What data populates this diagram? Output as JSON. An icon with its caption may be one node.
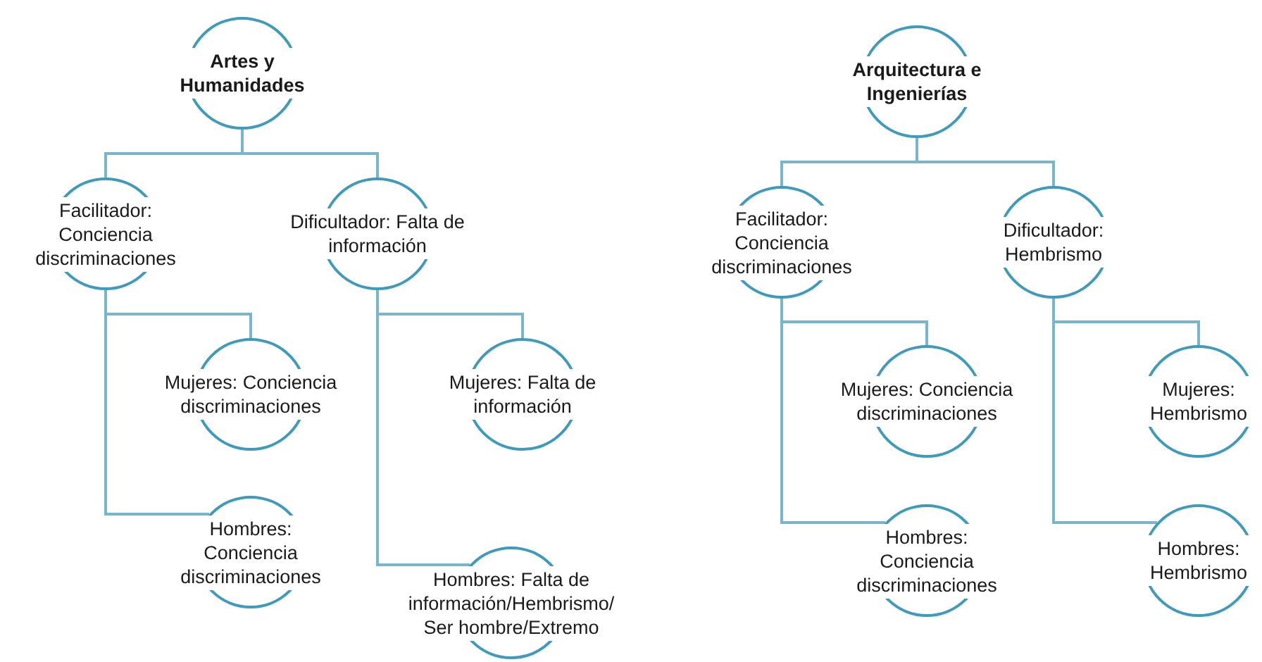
{
  "diagram": {
    "nodes": [
      {
        "text": [
          "Artes y Humanidades"
        ]
      },
      {
        "text": [
          "Facilitador: Conciencia discriminaciones"
        ]
      },
      {
        "text": [
          "Dificultador: Falta de información"
        ]
      },
      {
        "text": [
          "Mujeres: Conciencia discriminaciones"
        ]
      },
      {
        "text": [
          "Hombres: Conciencia discriminaciones"
        ]
      },
      {
        "text": [
          "Mujeres: Falta de información"
        ]
      },
      {
        "text": [
          "Hombres: Falta de información/Hembrismo/Ser hombre/Extremo"
        ]
      },
      {
        "text": [
          "Arquitectura e Ingenierías"
        ]
      },
      {
        "text": [
          "Facilitador: Conciencia discriminaciones"
        ]
      },
      {
        "text": [
          "Dificultador: Hembrismo"
        ]
      },
      {
        "text": [
          "Mujeres: Conciencia discriminaciones"
        ]
      },
      {
        "text": [
          "Hombres: Conciencia discriminaciones"
        ]
      },
      {
        "text": [
          "Mujeres: Hembrismo"
        ]
      },
      {
        "text": [
          "Hombres: Hembrismo"
        ]
      }
    ],
    "edges": [
      {
        "from": 0,
        "to": 1,
        "arrow": "none"
      },
      {
        "from": 0,
        "to": 2,
        "arrow": "none"
      },
      {
        "from": 1,
        "to": 3,
        "arrow": "none"
      },
      {
        "from": 1,
        "to": 4,
        "arrow": "none"
      },
      {
        "from": 2,
        "to": 5,
        "arrow": "none"
      },
      {
        "from": 2,
        "to": 6,
        "arrow": "none"
      },
      {
        "from": 7,
        "to": 8,
        "arrow": "none"
      },
      {
        "from": 7,
        "to": 9,
        "arrow": "none"
      },
      {
        "from": 8,
        "to": 10,
        "arrow": "none"
      },
      {
        "from": 8,
        "to": 11,
        "arrow": "none"
      },
      {
        "from": 9,
        "to": 12,
        "arrow": "none"
      },
      {
        "from": 9,
        "to": 13,
        "arrow": "none"
      }
    ]
  }
}
